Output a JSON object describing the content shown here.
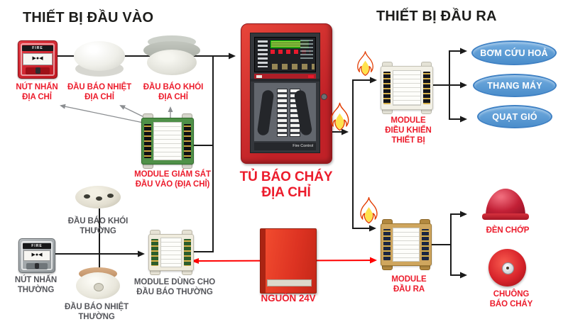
{
  "headers": {
    "left": "THIẾT BỊ ĐẦU VÀO",
    "right": "THIẾT BỊ ĐẦU RA"
  },
  "colors": {
    "label_red": "#ec1c2c",
    "label_gray": "#55565b",
    "oval_blue": "#5b9bd5",
    "wire_black": "#1b1b1b",
    "wire_red": "#ff0000",
    "panel_red": "#c02127"
  },
  "inputs": {
    "call_point_addressable": {
      "label": "NÚT NHẤN\nĐỊA CHỈ",
      "device_text": "FIRE",
      "glass_text": "▶●◀"
    },
    "heat_detector_addressable": {
      "label": "ĐẦU BÁO NHIỆT\nĐỊA CHỈ"
    },
    "smoke_detector_addressable": {
      "label": "ĐẦU BÁO KHÓI\nĐỊA CHỈ"
    },
    "monitor_module": {
      "label": "MODULE GIÁM SÁT\nĐẦU VÀO (ĐỊA CHỈ)"
    },
    "smoke_detector_conventional": {
      "label": "ĐẦU BÁO KHÓI\nTHƯỜNG"
    },
    "call_point_conventional": {
      "label": "NÚT NHẤN\nTHƯỜNG",
      "device_text": "FIRE",
      "glass_text": "▶●◀"
    },
    "heat_detector_conventional": {
      "label": "ĐẦU BÁO NHIỆT\nTHƯỜNG"
    },
    "conventional_module": {
      "label": "MODULE DÙNG CHO\nĐẦU BÁO THƯỜNG"
    }
  },
  "control_panel": {
    "label": "TỦ BÁO CHÁY\nĐỊA CHỈ",
    "panel_text": "Fire Control"
  },
  "power_supply": {
    "label": "NGUỒN 24V"
  },
  "outputs": {
    "control_module": {
      "label": "MODULE\nĐIỀU KHIỂN\nTHIẾT BỊ"
    },
    "output_module": {
      "label": "MODULE\nĐẦU RA"
    },
    "targets": [
      {
        "label": "BƠM CỨU HOẢ"
      },
      {
        "label": "THANG MÁY"
      },
      {
        "label": "QUẠT GIÓ"
      }
    ],
    "strobe": {
      "label": "ĐÈN CHỚP"
    },
    "bell": {
      "label": "CHUÔNG\nBÁO CHÁY"
    }
  }
}
